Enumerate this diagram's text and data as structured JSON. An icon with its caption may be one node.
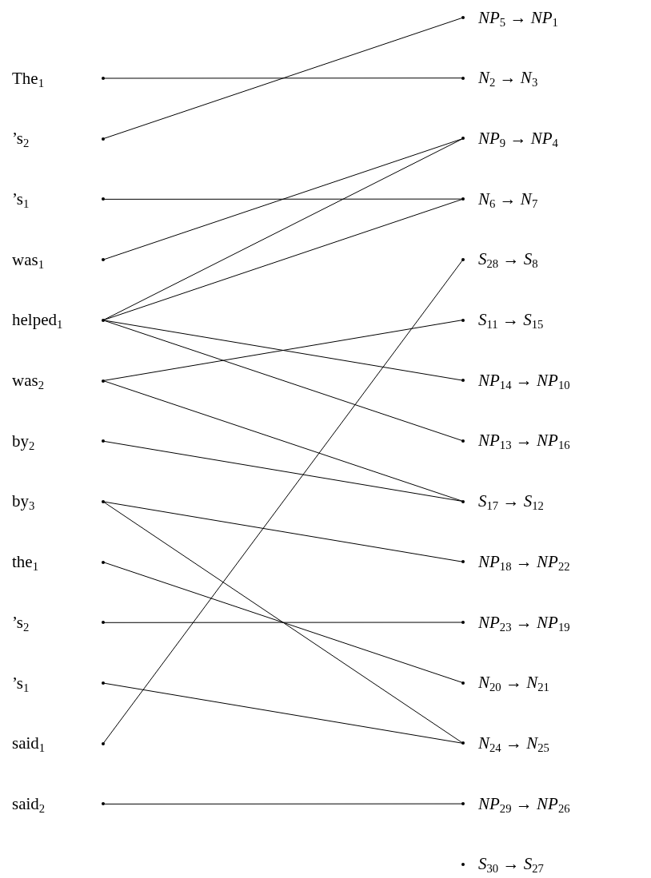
{
  "diagram": {
    "nodes": [
      {
        "text": [
          "The$_{1}$"
        ]
      },
      {
        "text": [
          "’s$_{2}$"
        ]
      },
      {
        "text": [
          "’s$_{1}$"
        ]
      },
      {
        "text": [
          "was$_{1}$"
        ]
      },
      {
        "text": [
          "helped$_{1}$"
        ]
      },
      {
        "text": [
          "was$_{2}$"
        ]
      },
      {
        "text": [
          "by$_{2}$"
        ]
      },
      {
        "text": [
          "by$_{3}$"
        ]
      },
      {
        "text": [
          "the$_{1}$"
        ]
      },
      {
        "text": [
          "’s$_{2}$"
        ]
      },
      {
        "text": [
          "’s$_{1}$"
        ]
      },
      {
        "text": [
          "said$_{1}$"
        ]
      },
      {
        "text": [
          "said$_{2}$"
        ]
      },
      {
        "text": [
          "*NP*$_{5}$ → *NP*$_{1}$"
        ]
      },
      {
        "text": [
          "*N*$_{2}$ → *N*$_{3}$"
        ]
      },
      {
        "text": [
          "*NP*$_{9}$ → *NP*$_{4}$"
        ]
      },
      {
        "text": [
          "*N*$_{6}$ → *N*$_{7}$"
        ]
      },
      {
        "text": [
          "*S*$_{28}$ → *S*$_{8}$"
        ]
      },
      {
        "text": [
          "*S*$_{11}$ → *S*$_{15}$"
        ]
      },
      {
        "text": [
          "*NP*$_{14}$ → *NP*$_{10}$"
        ]
      },
      {
        "text": [
          "*NP*$_{13}$ → *NP*$_{16}$"
        ]
      },
      {
        "text": [
          "*S*$_{17}$ → *S*$_{12}$"
        ]
      },
      {
        "text": [
          "*NP*$_{18}$ → *NP*$_{22}$"
        ]
      },
      {
        "text": [
          "*NP*$_{23}$ → *NP*$_{19}$"
        ]
      },
      {
        "text": [
          "*N*$_{20}$ → *N*$_{21}$"
        ]
      },
      {
        "text": [
          "*N*$_{24}$ → *N*$_{25}$"
        ]
      },
      {
        "text": [
          "*NP*$_{29}$ → *NP*$_{26}$"
        ]
      },
      {
        "text": [
          "*S*$_{30}$ → *S*$_{27}$"
        ]
      }
    ],
    "edges": [
      {
        "from": 0,
        "to": 14,
        "arrow": "none"
      },
      {
        "from": 1,
        "to": 13,
        "arrow": "none"
      },
      {
        "from": 2,
        "to": 16,
        "arrow": "none"
      },
      {
        "from": 3,
        "to": 15,
        "arrow": "none"
      },
      {
        "from": 4,
        "to": 15,
        "arrow": "none"
      },
      {
        "from": 4,
        "to": 16,
        "arrow": "none"
      },
      {
        "from": 4,
        "to": 19,
        "arrow": "none"
      },
      {
        "from": 4,
        "to": 20,
        "arrow": "none"
      },
      {
        "from": 5,
        "to": 18,
        "arrow": "none"
      },
      {
        "from": 5,
        "to": 21,
        "arrow": "none"
      },
      {
        "from": 6,
        "to": 21,
        "arrow": "none"
      },
      {
        "from": 7,
        "to": 22,
        "arrow": "none"
      },
      {
        "from": 7,
        "to": 25,
        "arrow": "none"
      },
      {
        "from": 8,
        "to": 24,
        "arrow": "none"
      },
      {
        "from": 9,
        "to": 23,
        "arrow": "none"
      },
      {
        "from": 10,
        "to": 25,
        "arrow": "none"
      },
      {
        "from": 11,
        "to": 17,
        "arrow": "none"
      },
      {
        "from": 12,
        "to": 26,
        "arrow": "none"
      }
    ]
  }
}
